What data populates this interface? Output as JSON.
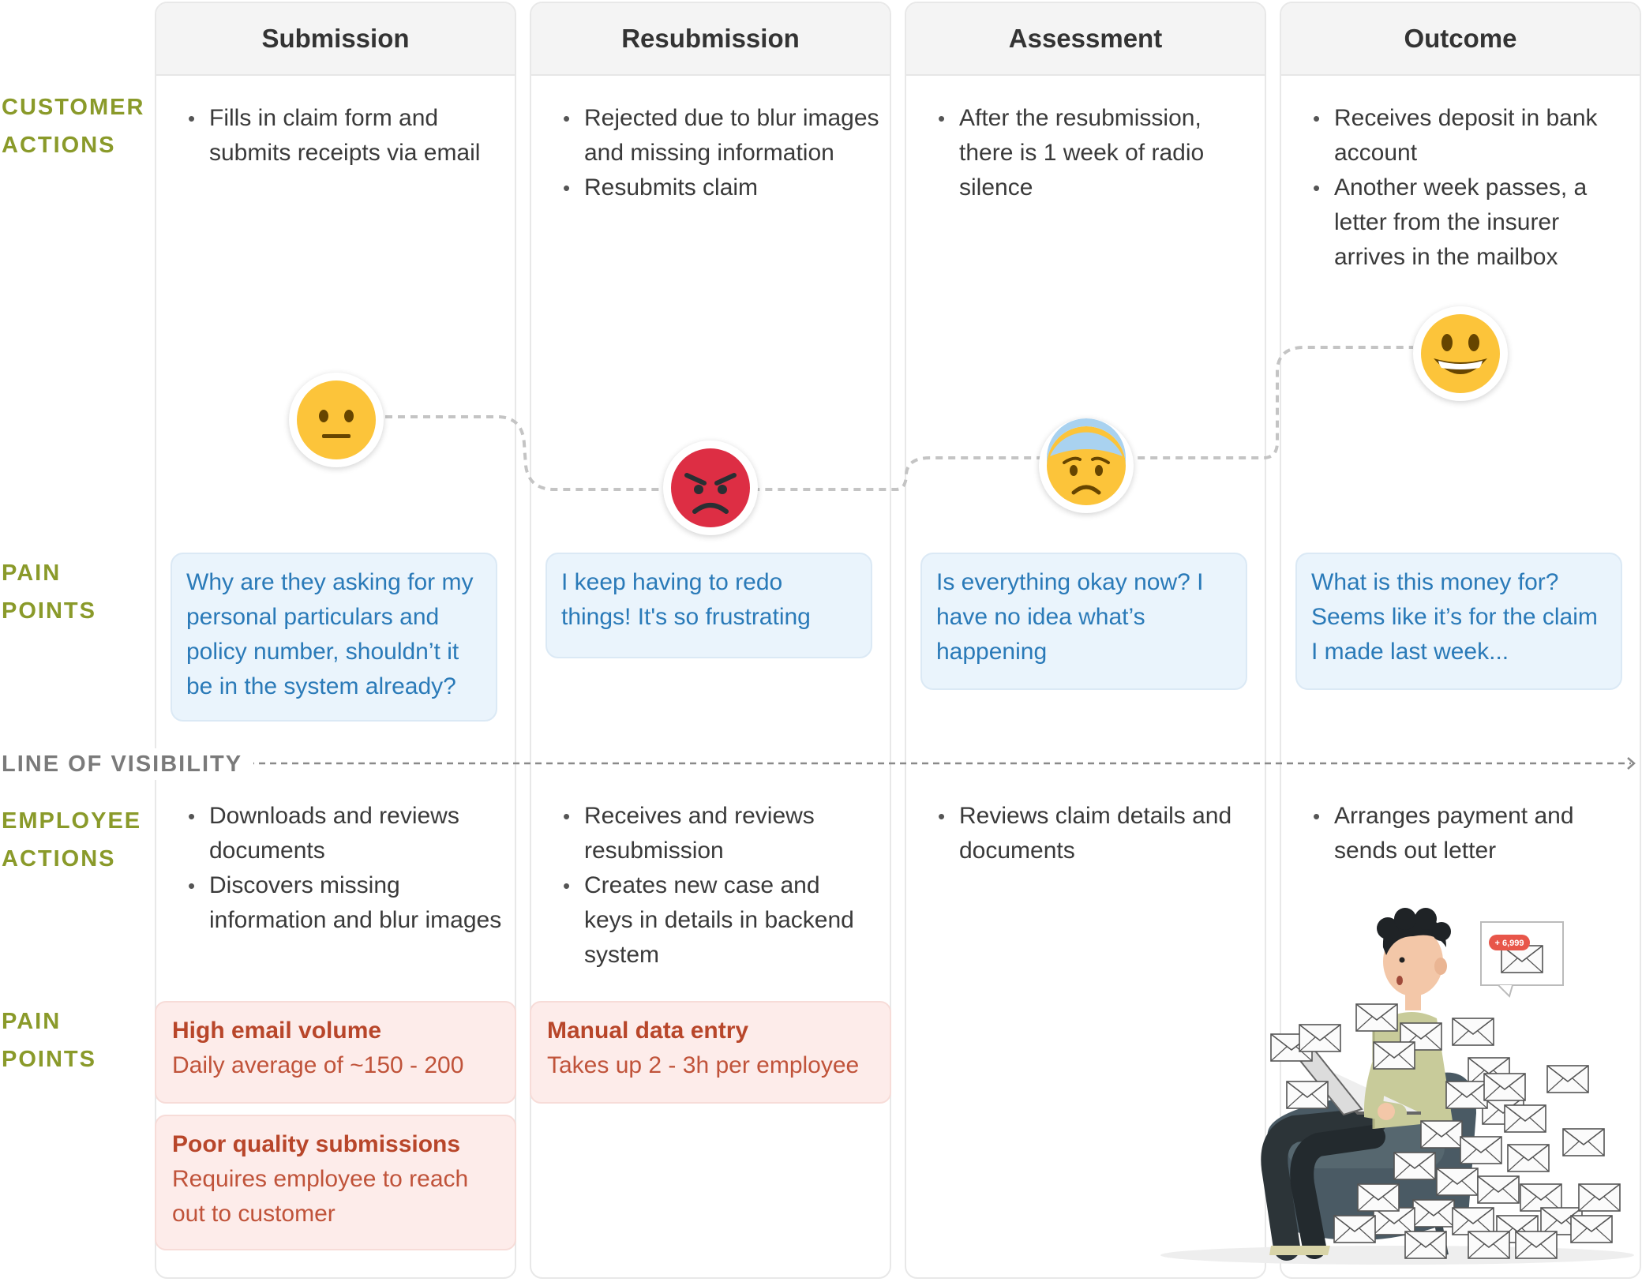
{
  "stages": [
    {
      "title": "Submission",
      "customer_actions": [
        "Fills in claim form and submits receipts via email"
      ],
      "emotion": "neutral-face",
      "quote": "Why are they asking for my personal particulars and policy number, shouldn’t it be in the system already?",
      "employee_actions": [
        "Downloads and reviews documents",
        "Discovers missing information and blur images"
      ],
      "employee_pain_points": [
        {
          "title": "High email volume",
          "desc": "Daily average of ~150 - 200"
        },
        {
          "title": "Poor quality submissions",
          "desc": "Requires employee to reach out to customer"
        }
      ]
    },
    {
      "title": "Resubmission",
      "customer_actions": [
        "Rejected due to blur images and missing information",
        "Resubmits claim"
      ],
      "emotion": "angry-face",
      "quote": "I keep having to redo things! It's so frustrating",
      "employee_actions": [
        "Receives and reviews resubmission",
        "Creates new case and keys in details in backend system"
      ],
      "employee_pain_points": [
        {
          "title": "Manual data entry",
          "desc": "Takes up 2 - 3h per employee"
        }
      ]
    },
    {
      "title": "Assessment",
      "customer_actions": [
        "After the resubmission, there is 1 week of radio silence"
      ],
      "emotion": "anxious-face",
      "quote": "Is everything okay now? I have no idea what’s happening",
      "employee_actions": [
        "Reviews claim details and documents"
      ],
      "employee_pain_points": []
    },
    {
      "title": "Outcome",
      "customer_actions": [
        "Receives deposit in bank account",
        "Another week passes, a letter from the insurer arrives in the mailbox"
      ],
      "emotion": "grinning-face",
      "quote": "What is this money for? Seems like it’s for the claim I made last week...",
      "employee_actions": [
        "Arranges payment and sends out letter"
      ],
      "employee_pain_points": []
    }
  ],
  "row_labels": {
    "customer_actions": [
      "CUSTOMER",
      "ACTIONS"
    ],
    "customer_pain_points": [
      "PAIN",
      "POINTS"
    ],
    "line_of_visibility": "LINE OF VISIBILITY",
    "employee_actions": [
      "EMPLOYEE",
      "ACTIONS"
    ],
    "employee_pain_points": [
      "PAIN",
      "POINTS"
    ]
  },
  "illustration": {
    "notification_badge": "+ 6,999"
  },
  "colors": {
    "label_green": "#8a9a2a",
    "bubble_text": "#2a7ab8",
    "pain_title": "#b8462a",
    "emoji_yellow": "#fcc43a",
    "emoji_red": "#dd2e44"
  }
}
